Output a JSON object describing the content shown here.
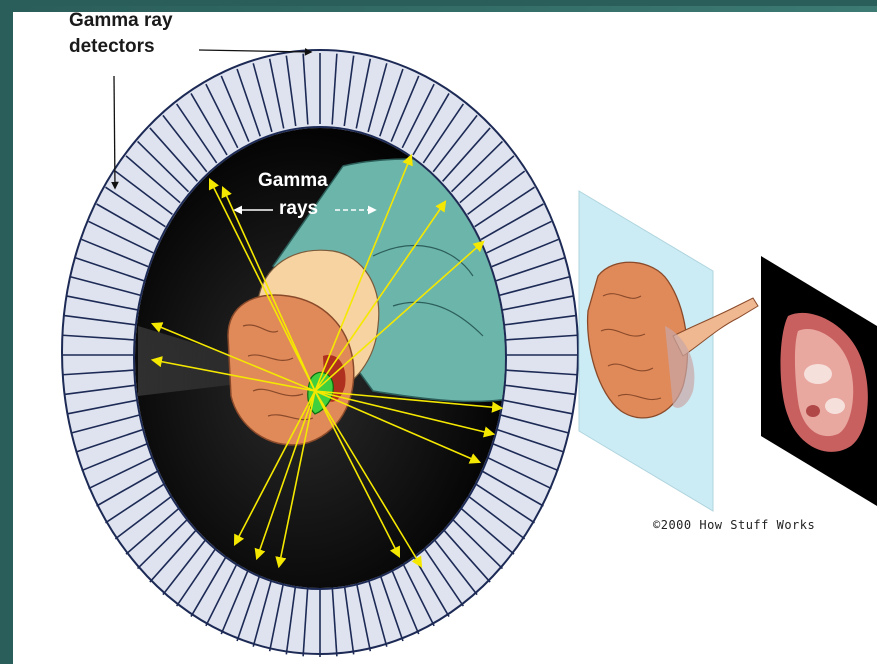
{
  "labels": {
    "detectors_line1": "Gamma ray",
    "detectors_line2": "detectors",
    "rays_line1": "Gamma",
    "rays_line2": "rays",
    "copyright": "©2000 How Stuff Works"
  },
  "colors": {
    "background": "#2a5e5a",
    "ring": "#dfe3ef",
    "rays": "#f5e800",
    "drape": "#6cb5ab",
    "brain": "#e08a5a",
    "plane": "#bfe8f2"
  },
  "icons": [
    "detector-ring",
    "patient-head",
    "brain-model",
    "slice-plane",
    "pet-scan-image"
  ]
}
